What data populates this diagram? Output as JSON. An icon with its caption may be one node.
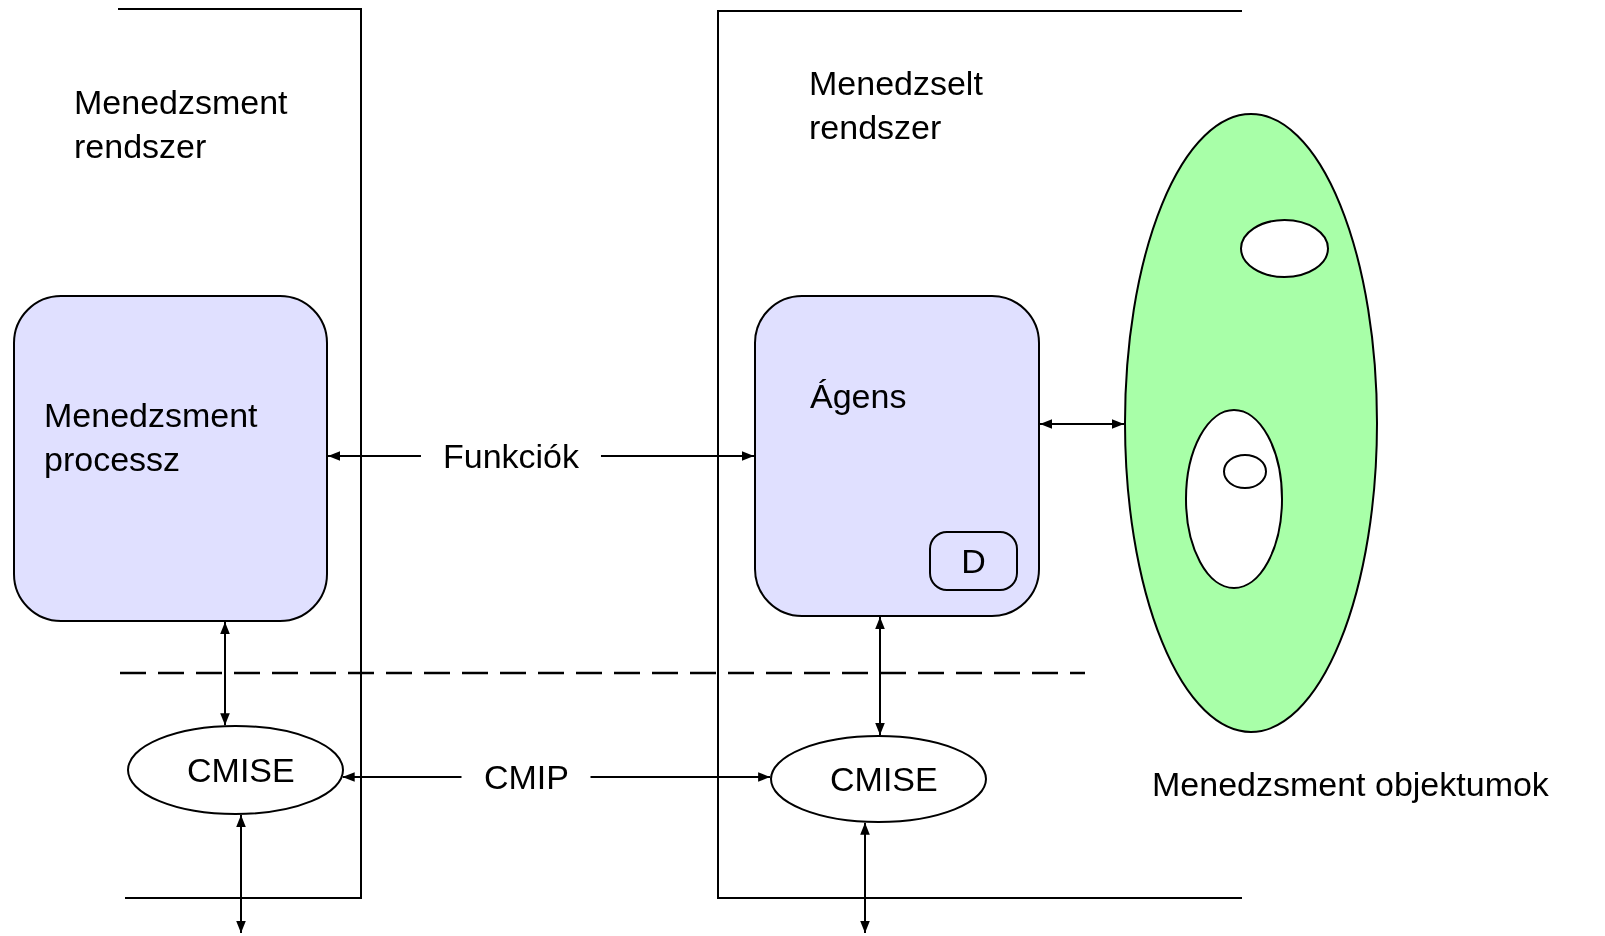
{
  "diagram": {
    "nodes": [
      {
        "text": [
          "Menedzsment processz"
        ]
      },
      {
        "text": [
          "Ágens"
        ]
      },
      {
        "text": [
          "D"
        ],
        "in": 1
      },
      {
        "text": [
          "CMISE"
        ]
      },
      {
        "text": [
          "CMISE"
        ]
      },
      {
        "text": [],
        "shape": "ellipse",
        "beside": [
          "Menedzsment objektumok"
        ]
      },
      {
        "text": [],
        "shape": "ellipse",
        "in": 5
      },
      {
        "text": [],
        "shape": "ellipse",
        "in": 5
      },
      {
        "text": [],
        "shape": "ellipse",
        "in": 7
      }
    ],
    "edges": [
      {
        "from": 0,
        "to": 1,
        "arrow": "both",
        "label": "Funkciók"
      },
      {
        "from": 0,
        "to": 3,
        "arrow": "both"
      },
      {
        "from": 1,
        "to": 4,
        "arrow": "both"
      },
      {
        "from": 3,
        "to": 4,
        "arrow": "both",
        "label": "CMIP"
      },
      {
        "from": 1,
        "to": 5,
        "arrow": "both"
      },
      {
        "from": 3,
        "to": null,
        "arrow": "both"
      },
      {
        "from": 4,
        "to": null,
        "arrow": "both"
      }
    ],
    "labels": [
      "Menedzsment rendszer",
      "Menedzselt rendszer"
    ]
  }
}
